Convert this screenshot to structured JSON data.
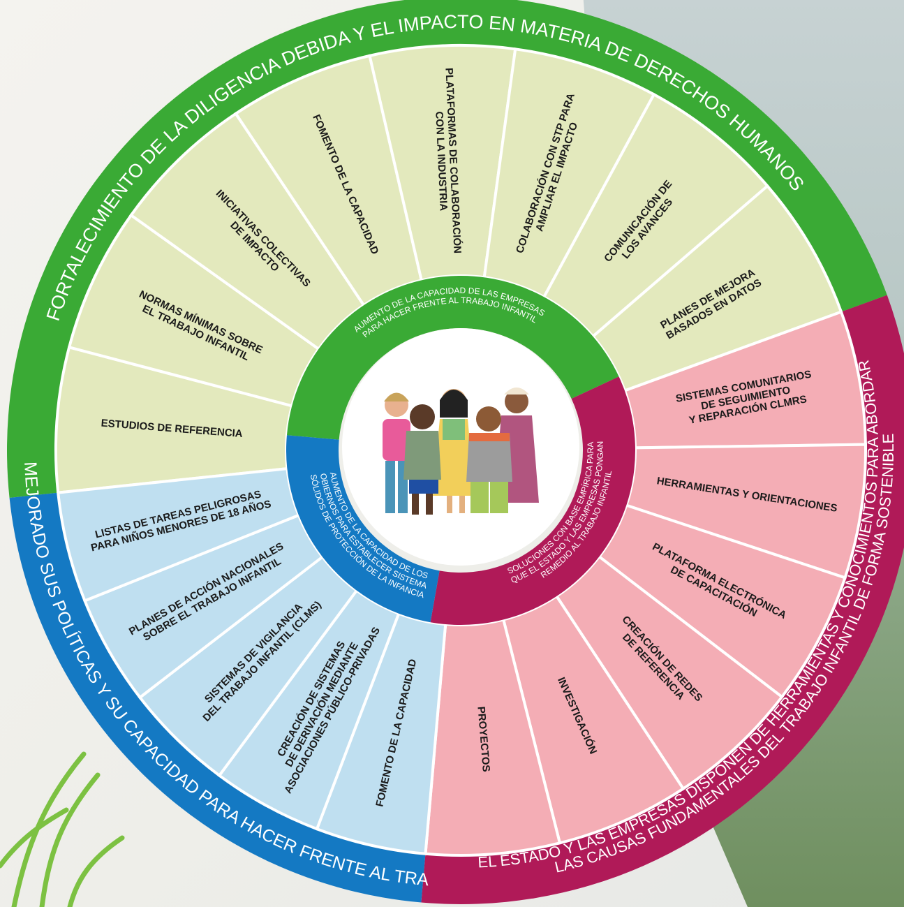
{
  "colors": {
    "green_dark": "#3aaa35",
    "green_light": "#e3e9bd",
    "magenta_dark": "#b01a58",
    "pink_light": "#f4adb5",
    "blue_dark": "#1479c3",
    "blue_light": "#bfdff0",
    "divider": "#ffffff"
  },
  "outer_ring": {
    "green": "FORTALECIMIENTO DE LA DILIGENCIA DEBIDA Y EL IMPACTO EN MATERIA DE DERECHOS HUMANOS",
    "magenta_line1": "EL ESTADO Y LAS EMPRESAS DISPONEN DE HERRAMIENTAS Y CONOCIMIENTOS PARA ABORDAR",
    "magenta_line2": "LAS CAUSAS FUNDAMENTALES DEL TRABAJO INFANTIL DE FORMA SOSTENIBLE",
    "blue": "EL ESTADO HA MEJORADO SUS POLÍTICAS Y SU CAPACIDAD PARA HACER FRENTE AL TRABAJO INFANTIL"
  },
  "inner_ring": {
    "green_lines": [
      "AUMENTO DE LA CAPACIDAD DE LAS EMPRESAS",
      "PARA HACER FRENTE AL TRABAJO INFANTIL"
    ],
    "magenta_lines": [
      "SOLUCIONES CON BASE EMPÍRICA PARA",
      "QUE EL ESTADO Y LAS EMPRESAS PONGAN",
      "REMEDIO AL TRABAJO INFANTIL"
    ],
    "blue_lines": [
      "AUMENTO DE LA CAPACIDAD DE LOS",
      "GOBIERNOS PARA ESTABLECER SISTEMAS",
      "SÓLIDOS DE PROTECCIÓN DE LA INFANCIA"
    ]
  },
  "segments": {
    "green": [
      {
        "lines": [
          "ESTUDIOS DE REFERENCIA"
        ]
      },
      {
        "lines": [
          "NORMAS MÍNIMAS SOBRE",
          "EL TRABAJO INFANTIL"
        ]
      },
      {
        "lines": [
          "INICIATIVAS COLECTIVAS",
          "DE IMPACTO"
        ]
      },
      {
        "lines": [
          "FOMENTO DE LA CAPACIDAD"
        ]
      },
      {
        "lines": [
          "PLATAFORMAS DE COLABORACIÓN",
          "CON LA INDUSTRIA"
        ]
      },
      {
        "lines": [
          "COLABORACIÓN CON STP PARA",
          "AMPLIAR EL IMPACTO"
        ]
      },
      {
        "lines": [
          "COMUNICACIÓN DE",
          "LOS AVANCES"
        ]
      },
      {
        "lines": [
          "PLANES DE MEJORA",
          "BASADOS EN DATOS"
        ]
      }
    ],
    "magenta": [
      {
        "lines": [
          "SISTEMAS COMUNITARIOS",
          "DE SEGUIMIENTO",
          "Y REPARACIÓN CLMRS"
        ]
      },
      {
        "lines": [
          "HERRAMIENTAS Y ORIENTACIONES"
        ]
      },
      {
        "lines": [
          "PLATAFORMA ELECTRÓNICA",
          "DE CAPACITACIÓN"
        ]
      },
      {
        "lines": [
          "CREACIÓN DE REDES",
          "DE REFERENCIA"
        ]
      },
      {
        "lines": [
          "INVESTIGACIÓN"
        ]
      },
      {
        "lines": [
          "PROYECTOS"
        ]
      }
    ],
    "blue": [
      {
        "lines": [
          "FOMENTO DE LA CAPACIDAD"
        ]
      },
      {
        "lines": [
          "CREACIÓN DE SISTEMAS",
          "DE DERIVACIÓN MEDIANTE",
          "ASOCIACIONES PÚBLICO-PRIVADAS"
        ]
      },
      {
        "lines": [
          "SISTEMAS DE VIGILANCIA",
          "DEL TRABAJO INFANTIL (CLMS)"
        ]
      },
      {
        "lines": [
          "PLANES DE ACCIÓN NACIONALES",
          "SOBRE EL TRABAJO INFANTIL"
        ]
      },
      {
        "lines": [
          "LISTAS DE TAREAS PELIGROSAS",
          "PARA NIÑOS MENORES DE 18 AÑOS"
        ]
      }
    ]
  },
  "center_image": "children-group-illustration",
  "decor_icon": "grass-leaves-icon"
}
